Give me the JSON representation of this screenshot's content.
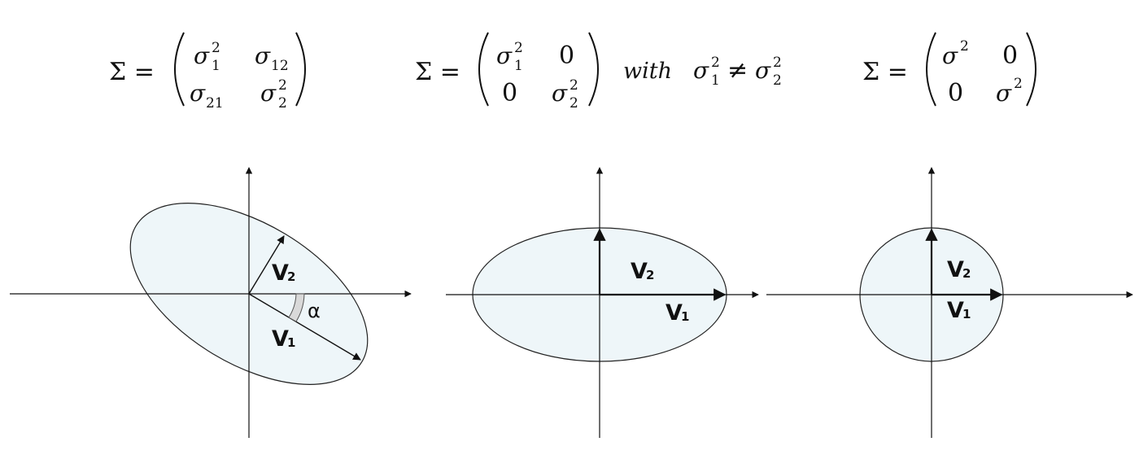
{
  "equations": {
    "general": {
      "lhs": "Σ =",
      "r1c1_base": "σ",
      "r1c1_sup": "2",
      "r1c1_sub": "1",
      "r1c2_base": "σ",
      "r1c2_sub": "12",
      "r2c1_base": "σ",
      "r2c1_sub": "21",
      "r2c2_base": "σ",
      "r2c2_sup": "2",
      "r2c2_sub": "2"
    },
    "diagonal": {
      "lhs": "Σ =",
      "r1c1_base": "σ",
      "r1c1_sup": "2",
      "r1c1_sub": "1",
      "r1c2": "0",
      "r2c1": "0",
      "r2c2_base": "σ",
      "r2c2_sup": "2",
      "r2c2_sub": "2",
      "with_word": "with",
      "cond_a_base": "σ",
      "cond_a_sup": "2",
      "cond_a_sub": "1",
      "neq": "≠",
      "cond_b_base": "σ",
      "cond_b_sup": "2",
      "cond_b_sub": "2"
    },
    "isotropic": {
      "lhs": "Σ =",
      "r1c1_base": "σ",
      "r1c1_sup": "2",
      "r1c2": "0",
      "r2c1": "0",
      "r2c2_base": "σ",
      "r2c2_sup": "2"
    }
  },
  "panels": {
    "rotated": {
      "v1": "V",
      "v1_sub": "1",
      "v2": "V",
      "v2_sub": "2",
      "angle": "α"
    },
    "axis_aligned": {
      "v1": "V",
      "v1_sub": "1",
      "v2": "V",
      "v2_sub": "2"
    },
    "circle": {
      "v1": "V",
      "v1_sub": "1",
      "v2": "V",
      "v2_sub": "2"
    }
  }
}
